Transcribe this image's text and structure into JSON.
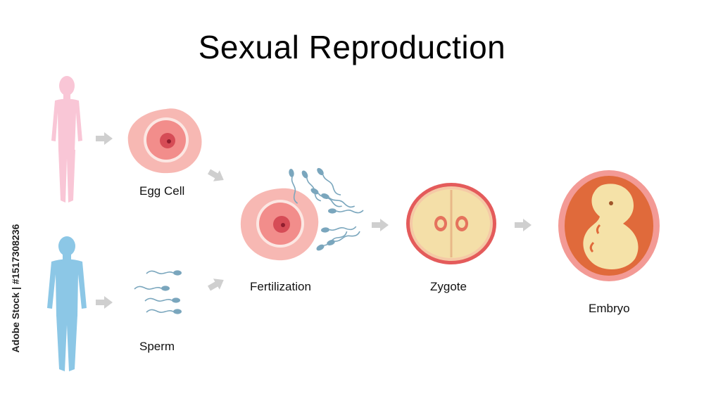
{
  "title": "Sexual Reproduction",
  "labels": {
    "egg_cell": "Egg Cell",
    "sperm": "Sperm",
    "fertilization": "Fertilization",
    "zygote": "Zygote",
    "embryo": "Embryo"
  },
  "watermark_side": "Adobe Stock | #1517308236",
  "colors": {
    "female": "#f9c6d6",
    "male": "#8cc7e6",
    "egg_outer": "#f7b8b3",
    "egg_inner": "#f28d8b",
    "sperm": "#7aa6bd",
    "arrow": "#cfcfcf",
    "zygote_shell": "#e45b5b",
    "zygote_fill": "#f4dfa8",
    "embryo_outer": "#f39a95",
    "embryo_mid": "#e06a3b",
    "embryo_fill": "#f5e2a8"
  }
}
